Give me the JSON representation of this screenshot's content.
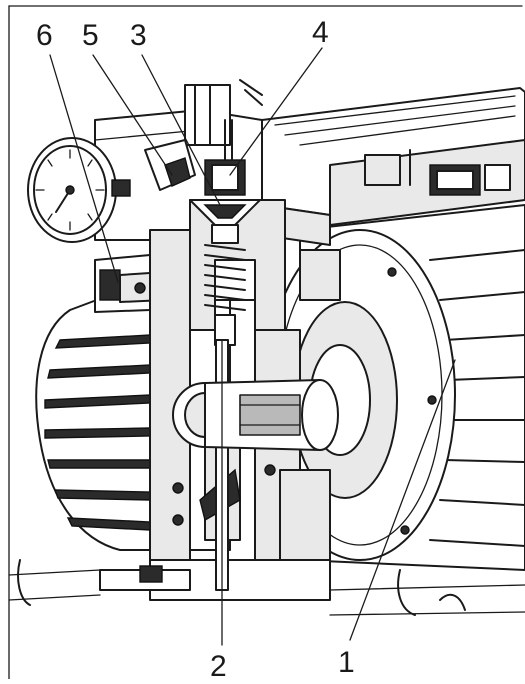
{
  "diagram": {
    "callouts": [
      {
        "id": "6",
        "label": "6"
      },
      {
        "id": "5",
        "label": "5"
      },
      {
        "id": "3",
        "label": "3"
      },
      {
        "id": "4",
        "label": "4"
      },
      {
        "id": "2",
        "label": "2"
      },
      {
        "id": "1",
        "label": "1"
      }
    ],
    "colors": {
      "line": "#1a1a1a",
      "section_fill": "#e9e9e9",
      "mid_gray": "#b9b9b9",
      "dark": "#2b2b2b",
      "background": "#ffffff"
    },
    "icons": [
      "pressure-gauge-icon",
      "spring-valve-icon",
      "drive-shaft-icon",
      "motor-fins-icon"
    ]
  }
}
